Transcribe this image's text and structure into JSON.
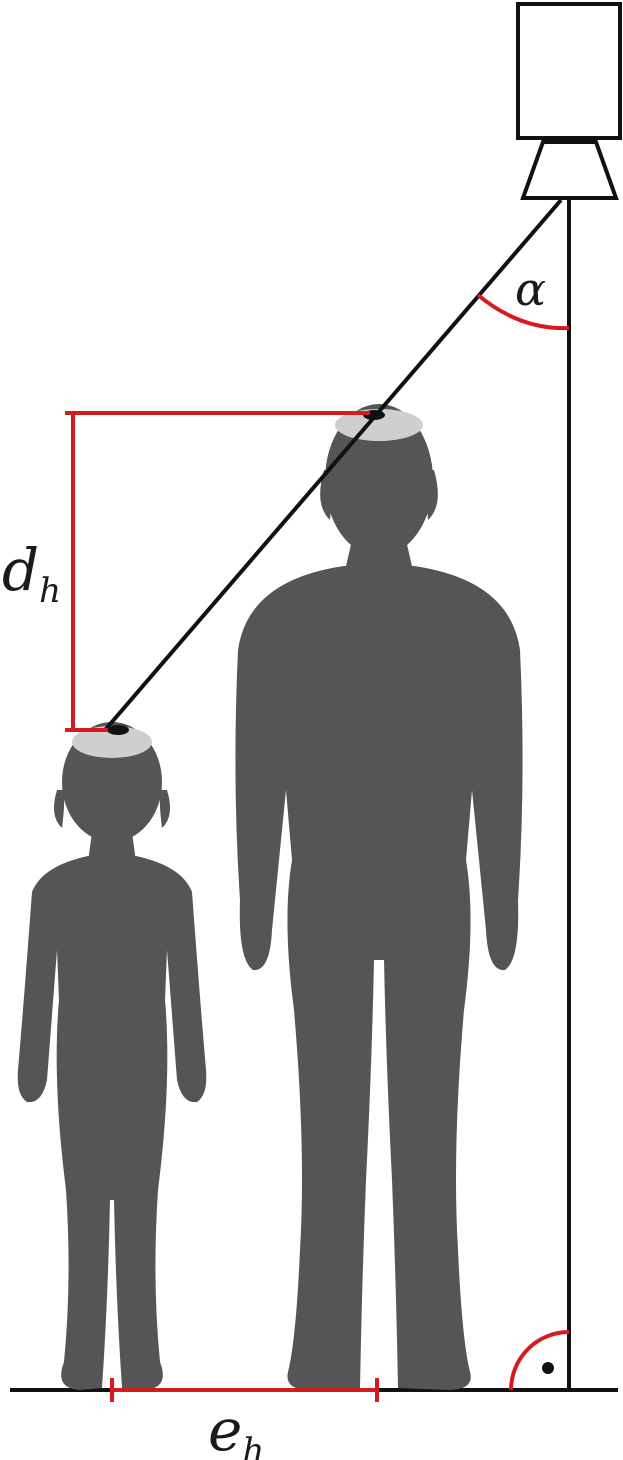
{
  "labels": {
    "d": "d",
    "d_sub": "h",
    "e": "e",
    "e_sub": "h",
    "alpha": "α"
  },
  "icons": {
    "camera": "camera-icon",
    "right_angle": "right-angle-icon"
  },
  "colors": {
    "figure": "#555557",
    "head_highlight": "#cfcfd1",
    "line": "#111111",
    "accent": "#d71920"
  }
}
